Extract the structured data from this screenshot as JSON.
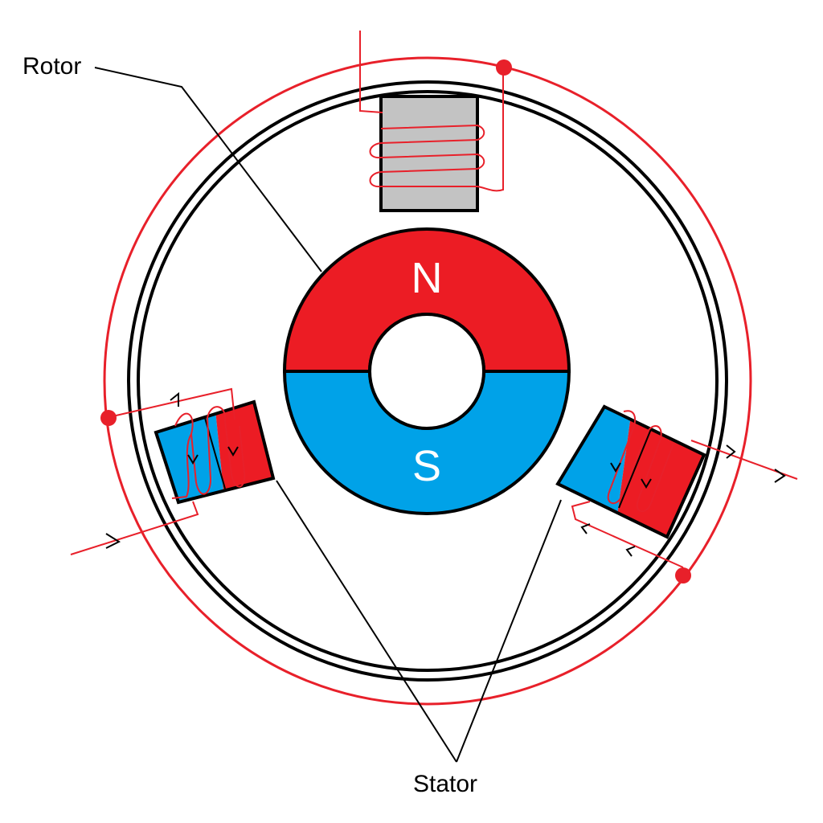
{
  "labels": {
    "rotor": "Rotor",
    "stator": "Stator",
    "north_pole": "N",
    "south_pole": "S"
  },
  "colors": {
    "north": "#ec1c24",
    "south": "#00a2e8",
    "wire": "#e8202a",
    "core": "#c3c3c3",
    "outline": "#000000",
    "background": "#ffffff"
  }
}
